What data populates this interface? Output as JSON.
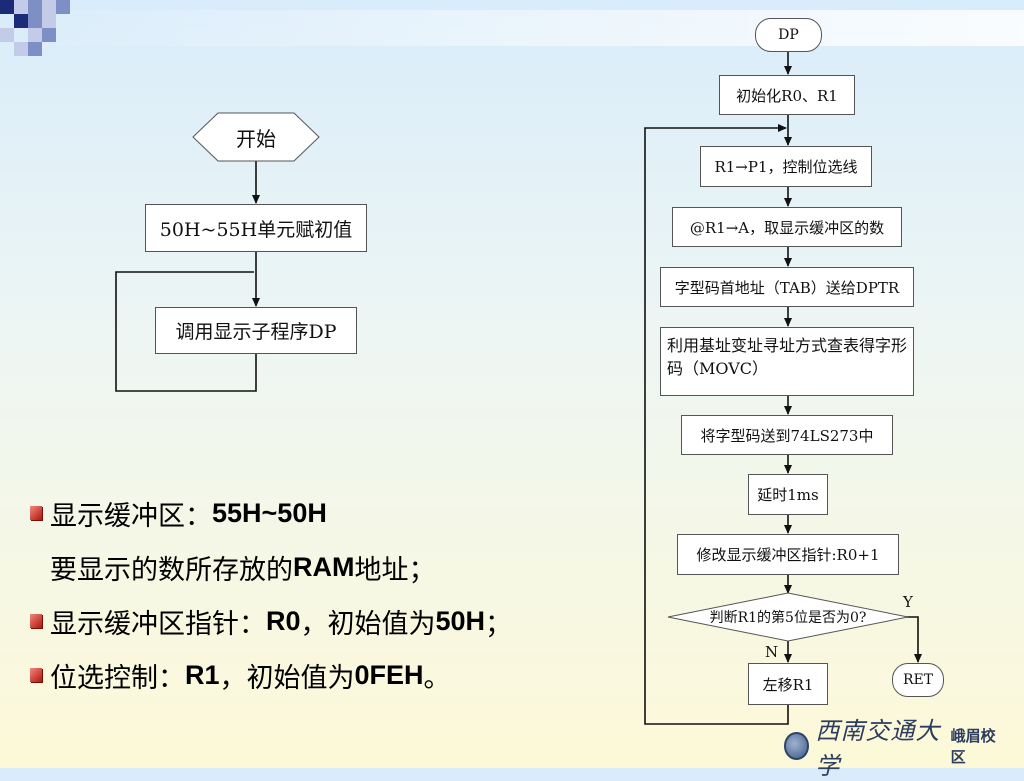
{
  "colors": {
    "deco_dark": "#1c2a7a",
    "deco_mid": "#7d8fc4",
    "deco_light": "#c3cbe8",
    "bullet": "#c0180c",
    "line": "#111111"
  },
  "left_flow": {
    "start": "开始",
    "init": "50H~55H单元赋初值",
    "call": "调用显示子程序DP"
  },
  "right_flow": {
    "dp": "DP",
    "init": "初始化R0、R1",
    "step1": "R1→P1，控制位选线",
    "step2": "@R1→A，取显示缓冲区的数",
    "step3": "字型码首地址（TAB）送给DPTR",
    "step4": "利用基址变址寻址方式查表得字形码（MOVC）",
    "step5": "将字型码送到74LS273中",
    "delay": "延时1ms",
    "modify": "修改显示缓冲区指针:R0+1",
    "decision": "判断R1的第5位是否为0?",
    "yes": "Y",
    "no": "N",
    "ret": "RET",
    "shift": "左移R1"
  },
  "bullets": {
    "b1_prefix": "显示缓冲区：",
    "b1_value": "55H~50H",
    "b2_prefix": "要显示的数所存放的",
    "b2_value": "RAM",
    "b2_suffix": "地址；",
    "b3_prefix": "显示缓冲区指针：",
    "b3_value": "R0",
    "b3_mid": "，初始值为",
    "b3_value2": "50H",
    "b3_suffix": "；",
    "b4_prefix": "位选控制：",
    "b4_value": "R1",
    "b4_mid": "，初始值为",
    "b4_value2": "0FEH",
    "b4_suffix": "。"
  },
  "logo": {
    "university": "西南交通大学",
    "campus": "峨眉校区",
    "emblem_icon": "university-emblem-icon"
  }
}
